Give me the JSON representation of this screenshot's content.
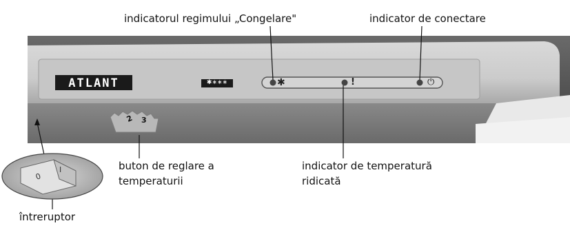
{
  "labels": {
    "freeze_indicator": "indicatorul regimului „Congelare\"",
    "connection_indicator": "indicator de conectare",
    "temp_knob_line1": "buton de reglare a",
    "temp_knob_line2": "temperaturii",
    "high_temp_line1": "indicator de temperatură",
    "high_temp_line2": "ridicată",
    "switch": "întreruptor"
  },
  "panel": {
    "brand": "ATLANT",
    "freezer_rating": "✱∗∗∗",
    "freeze_symbol": "✱",
    "alarm_symbol": "!",
    "power_symbol": "⏻"
  },
  "dial": {
    "numbers": [
      "2",
      "3"
    ]
  },
  "switch": {
    "off_mark": "0",
    "on_mark": "I"
  },
  "colors": {
    "photo_bg": "#5b5b5b",
    "panel": "#c9c9c9",
    "lamp": "#444444"
  }
}
